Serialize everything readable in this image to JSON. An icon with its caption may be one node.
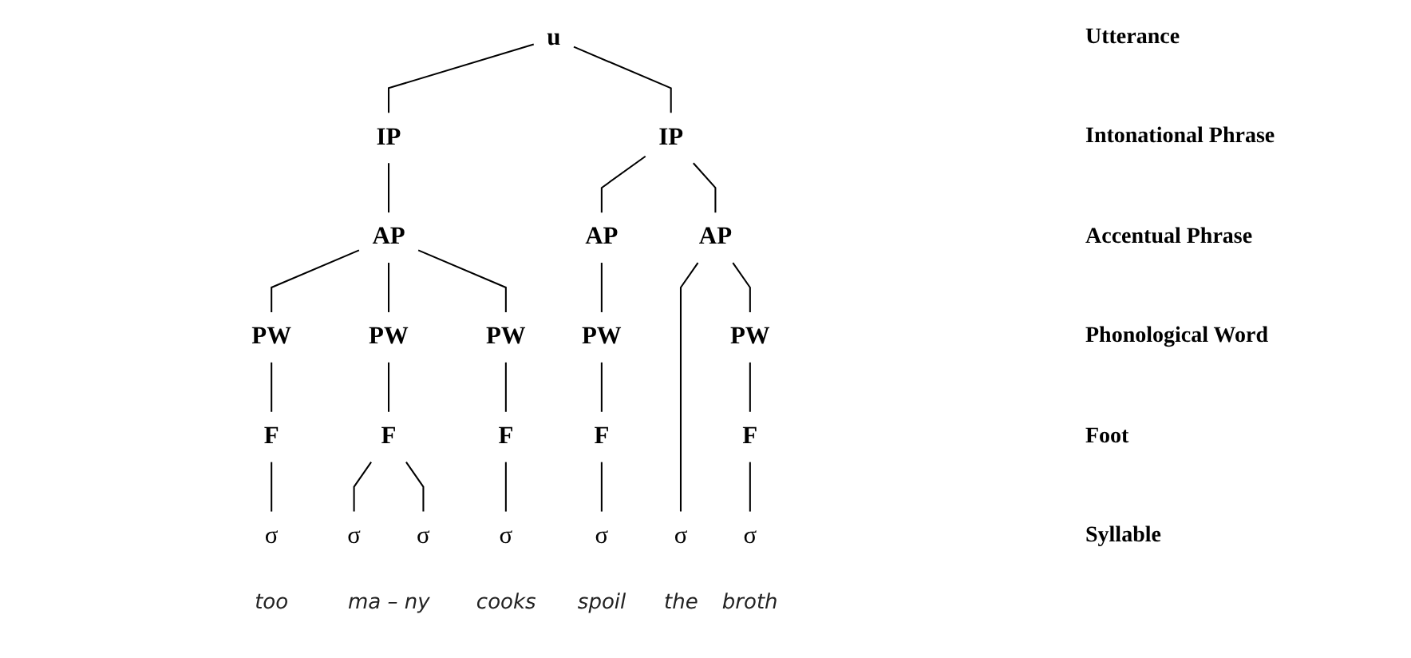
{
  "diagram": {
    "nodes": [
      {
        "text": [
          "u"
        ]
      },
      {
        "text": [
          "IP"
        ]
      },
      {
        "text": [
          "IP"
        ]
      },
      {
        "text": [
          "AP"
        ]
      },
      {
        "text": [
          "AP"
        ]
      },
      {
        "text": [
          "AP"
        ]
      },
      {
        "text": [
          "PW"
        ]
      },
      {
        "text": [
          "PW"
        ]
      },
      {
        "text": [
          "PW"
        ]
      },
      {
        "text": [
          "PW"
        ]
      },
      {
        "text": [
          "PW"
        ]
      },
      {
        "text": [
          "F"
        ]
      },
      {
        "text": [
          "F"
        ]
      },
      {
        "text": [
          "F"
        ]
      },
      {
        "text": [
          "F"
        ]
      },
      {
        "text": [
          "F"
        ]
      },
      {
        "text": [
          "σ"
        ]
      },
      {
        "text": [
          "σ"
        ]
      },
      {
        "text": [
          "σ"
        ]
      },
      {
        "text": [
          "σ"
        ]
      },
      {
        "text": [
          "σ"
        ]
      },
      {
        "text": [
          "σ"
        ]
      },
      {
        "text": [
          "σ"
        ]
      }
    ],
    "edges": [
      {
        "from": 0,
        "to": 1,
        "arrow": "none"
      },
      {
        "from": 0,
        "to": 2,
        "arrow": "none"
      },
      {
        "from": 1,
        "to": 3,
        "arrow": "none"
      },
      {
        "from": 2,
        "to": 4,
        "arrow": "none"
      },
      {
        "from": 2,
        "to": 5,
        "arrow": "none"
      },
      {
        "from": 3,
        "to": 6,
        "arrow": "none"
      },
      {
        "from": 3,
        "to": 7,
        "arrow": "none"
      },
      {
        "from": 3,
        "to": 8,
        "arrow": "none"
      },
      {
        "from": 4,
        "to": 9,
        "arrow": "none"
      },
      {
        "from": 5,
        "to": 21,
        "arrow": "none"
      },
      {
        "from": 5,
        "to": 10,
        "arrow": "none"
      },
      {
        "from": 6,
        "to": 11,
        "arrow": "none"
      },
      {
        "from": 7,
        "to": 12,
        "arrow": "none"
      },
      {
        "from": 8,
        "to": 13,
        "arrow": "none"
      },
      {
        "from": 9,
        "to": 14,
        "arrow": "none"
      },
      {
        "from": 10,
        "to": 15,
        "arrow": "none"
      },
      {
        "from": 11,
        "to": 16,
        "arrow": "none"
      },
      {
        "from": 12,
        "to": 17,
        "arrow": "none"
      },
      {
        "from": 12,
        "to": 18,
        "arrow": "none"
      },
      {
        "from": 13,
        "to": 19,
        "arrow": "none"
      },
      {
        "from": 14,
        "to": 20,
        "arrow": "none"
      },
      {
        "from": 15,
        "to": 22,
        "arrow": "none"
      }
    ],
    "labels": [
      "Utterance",
      "Intonational Phrase",
      "Accentual Phrase",
      "Phonological Word",
      "Foot",
      "Syllable",
      "too",
      "ma – ny",
      "cooks",
      "spoil",
      "the",
      "broth"
    ]
  }
}
